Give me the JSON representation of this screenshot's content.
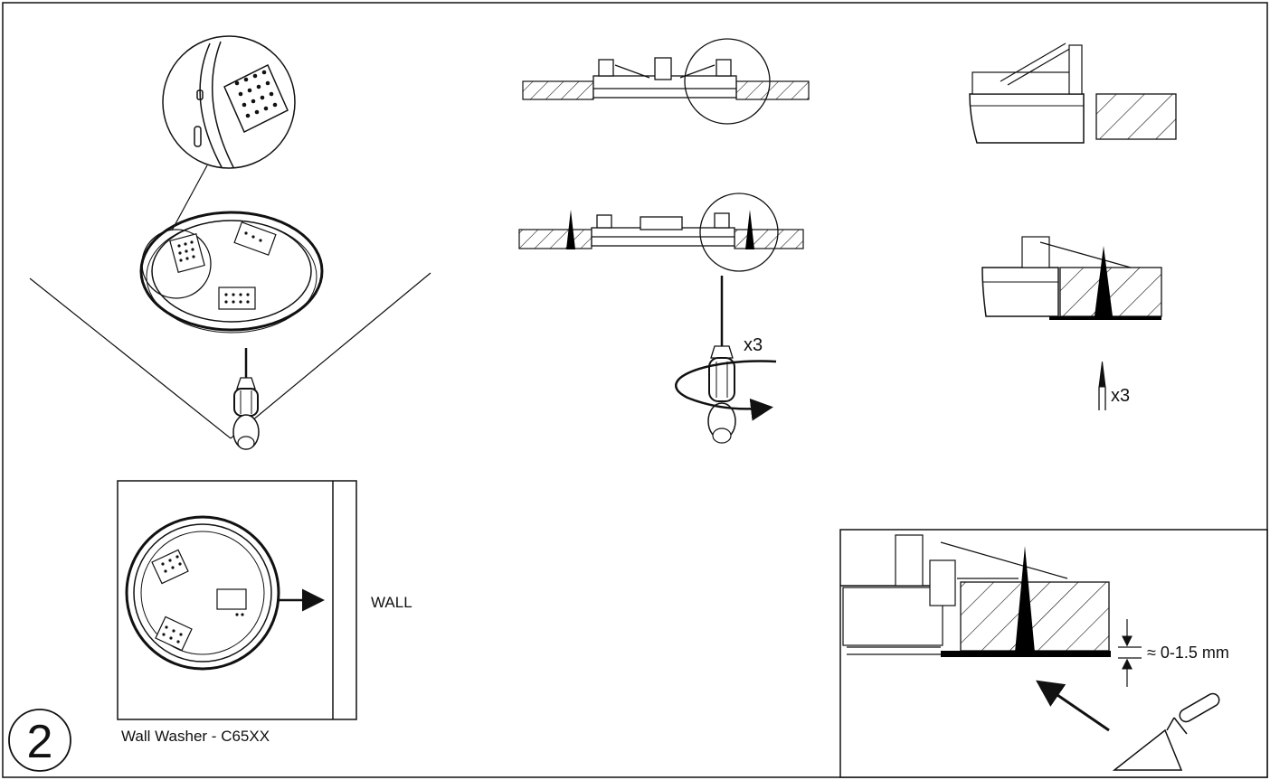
{
  "step_number": "2",
  "labels": {
    "quantity_top": "x3",
    "quantity_right": "x3",
    "wall": "WALL",
    "model_caption": "Wall Washer - C65XX",
    "gap_measure": "≈ 0-1.5 mm"
  },
  "colors": {
    "line": "#111111",
    "background": "#ffffff",
    "fill_light": "#f4f4f4",
    "sealant": "#000000"
  }
}
